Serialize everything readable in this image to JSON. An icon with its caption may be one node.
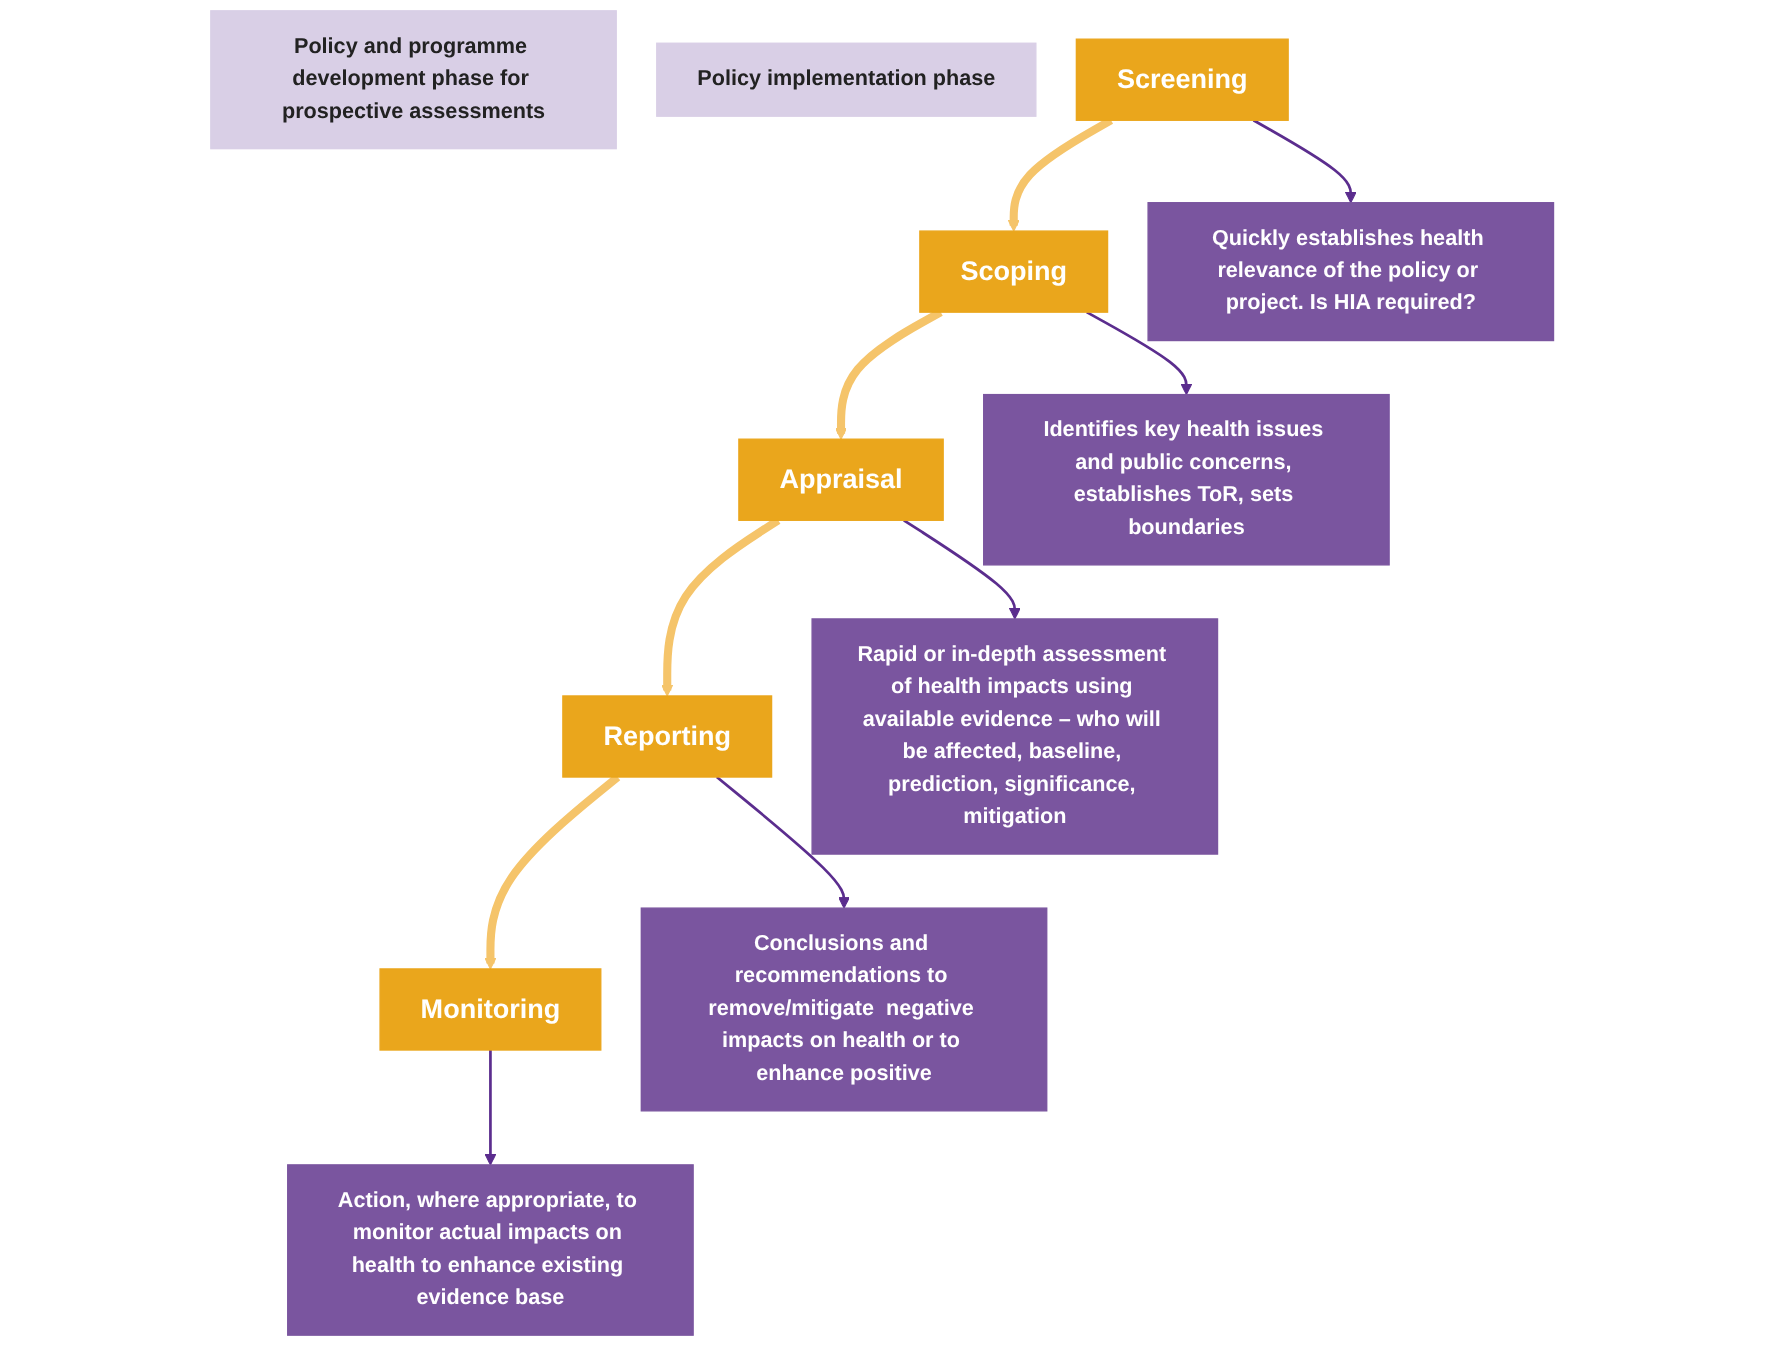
{
  "diagram": {
    "nodes": [
      {
        "text": [
          "Policy and programme development phase for prospective assessments"
        ]
      },
      {
        "text": [
          "Policy implementation phase"
        ]
      },
      {
        "text": [
          "Screening"
        ]
      },
      {
        "text": [
          "Scoping"
        ]
      },
      {
        "text": [
          "Appraisal"
        ]
      },
      {
        "text": [
          "Reporting"
        ]
      },
      {
        "text": [
          "Monitoring"
        ]
      },
      {
        "text": [
          "Quickly establishes health relevance of the policy or project. Is HIA required?"
        ]
      },
      {
        "text": [
          "Identifies key health issues and public concerns, establishes ToR, sets boundaries"
        ]
      },
      {
        "text": [
          "Rapid or in-depth assessment of health impacts using available evidence – who will be affected, baseline, prediction, significance, mitigation"
        ]
      },
      {
        "text": [
          "Conclusions and recommendations to remove/mitigate  negative impacts on health or to enhance positive"
        ]
      },
      {
        "text": [
          "Action, where appropriate, to monitor actual impacts on health to enhance existing evidence base"
        ]
      }
    ],
    "edges": [
      {
        "from": 2,
        "to": 3,
        "arrow": "to",
        "style": "thick",
        "color": "#f5c46a"
      },
      {
        "from": 3,
        "to": 4,
        "arrow": "to",
        "style": "thick",
        "color": "#f5c46a"
      },
      {
        "from": 4,
        "to": 5,
        "arrow": "to",
        "style": "thick",
        "color": "#f5c46a"
      },
      {
        "from": 5,
        "to": 6,
        "arrow": "to",
        "style": "thick",
        "color": "#f5c46a"
      },
      {
        "from": 2,
        "to": 7,
        "arrow": "to"
      },
      {
        "from": 3,
        "to": 8,
        "arrow": "to"
      },
      {
        "from": 4,
        "to": 9,
        "arrow": "to"
      },
      {
        "from": 5,
        "to": 10,
        "arrow": "to"
      },
      {
        "from": 6,
        "to": 11,
        "arrow": "to"
      }
    ]
  }
}
